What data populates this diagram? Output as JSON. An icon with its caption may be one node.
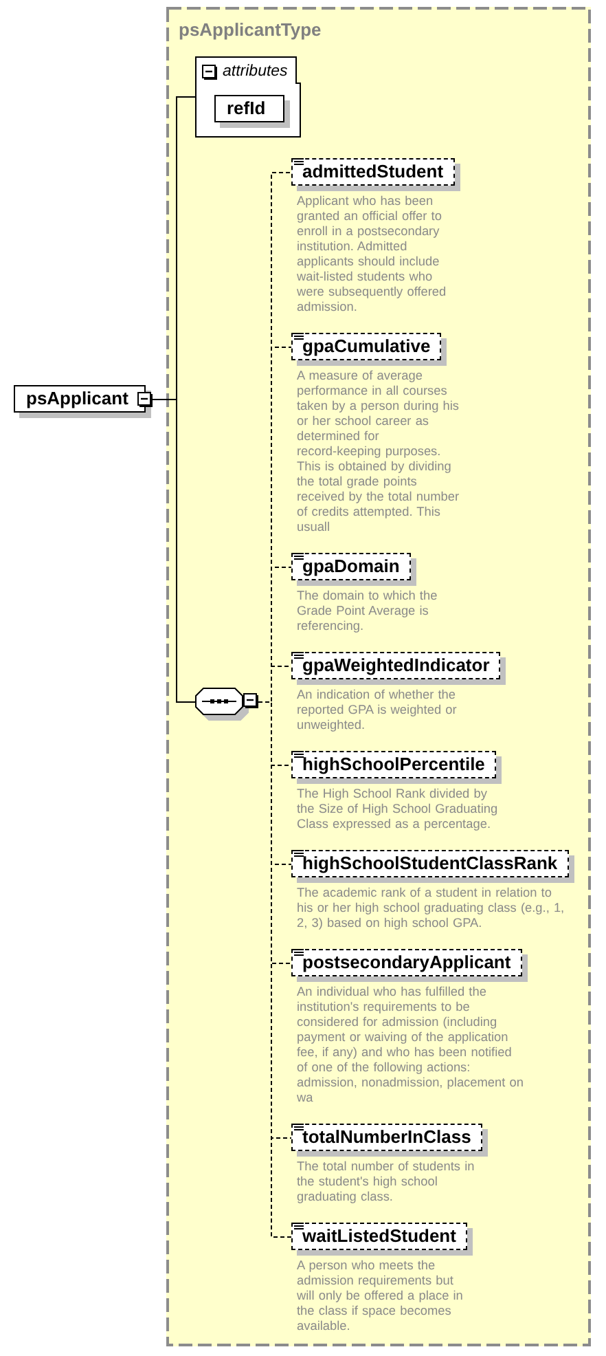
{
  "diagram": {
    "nodes": [
      {
        "text": [
          "psApplicant"
        ]
      },
      {
        "text": [
          "psApplicantType"
        ]
      },
      {
        "text": [
          "attributes"
        ],
        "in": 1
      },
      {
        "text": [
          "refId"
        ],
        "in": 2
      },
      {
        "text": [],
        "shape": "octagon",
        "in": 1
      },
      {
        "text": [
          "admittedStudent"
        ],
        "beside": [
          "Applicant who has been granted an official offer to enroll in a postsecondary institution. Admitted applicants should include wait-listed students who were subsequently offered admission."
        ],
        "in": 1
      },
      {
        "text": [
          "gpaCumulative"
        ],
        "beside": [
          "A measure of average performance in all courses taken by a person during his or her school career as determined for record-keeping purposes. This is obtained by dividing the total grade points received by the total number of credits attempted. This usuall"
        ],
        "in": 1
      },
      {
        "text": [
          "gpaDomain"
        ],
        "beside": [
          "The domain to which the Grade Point Average is referencing."
        ],
        "in": 1
      },
      {
        "text": [
          "gpaWeightedIndicator"
        ],
        "beside": [
          "An indication of whether the reported GPA is weighted or unweighted."
        ],
        "in": 1
      },
      {
        "text": [
          "highSchoolPercentile"
        ],
        "beside": [
          "The High School Rank divided by the Size of High School Graduating Class expressed as a percentage."
        ],
        "in": 1
      },
      {
        "text": [
          "highSchoolStudentClassRank"
        ],
        "beside": [
          "The academic rank of a student in relation to his or her high school graduating class (e.g., 1, 2, 3) based on high school GPA."
        ],
        "in": 1
      },
      {
        "text": [
          "postsecondaryApplicant"
        ],
        "beside": [
          "An individual who has fulfilled the institution's requirements to be considered for admission (including payment or waiving of the application fee, if any) and who has been notified of one of the following actions: admission, nonadmission, placement on wa"
        ],
        "in": 1
      },
      {
        "text": [
          "totalNumberInClass"
        ],
        "beside": [
          "The total number of students in the student's high school graduating class."
        ],
        "in": 1
      },
      {
        "text": [
          "waitListedStudent"
        ],
        "beside": [
          "A person who meets the admission requirements but will only be offered a place in the class if space becomes available."
        ],
        "in": 1
      }
    ],
    "edges": [
      {
        "from": 0,
        "to": 2,
        "arrow": "none"
      },
      {
        "from": 0,
        "to": 4,
        "arrow": "none"
      },
      {
        "from": 4,
        "to": 5,
        "arrow": "none",
        "style": "dashed"
      },
      {
        "from": 4,
        "to": 6,
        "arrow": "none",
        "style": "dashed"
      },
      {
        "from": 4,
        "to": 7,
        "arrow": "none",
        "style": "dashed"
      },
      {
        "from": 4,
        "to": 8,
        "arrow": "none",
        "style": "dashed"
      },
      {
        "from": 4,
        "to": 9,
        "arrow": "none",
        "style": "dashed"
      },
      {
        "from": 4,
        "to": 10,
        "arrow": "none",
        "style": "dashed"
      },
      {
        "from": 4,
        "to": 11,
        "arrow": "none",
        "style": "dashed"
      },
      {
        "from": 4,
        "to": 12,
        "arrow": "none",
        "style": "dashed"
      },
      {
        "from": 4,
        "to": 13,
        "arrow": "none",
        "style": "dashed"
      }
    ]
  }
}
